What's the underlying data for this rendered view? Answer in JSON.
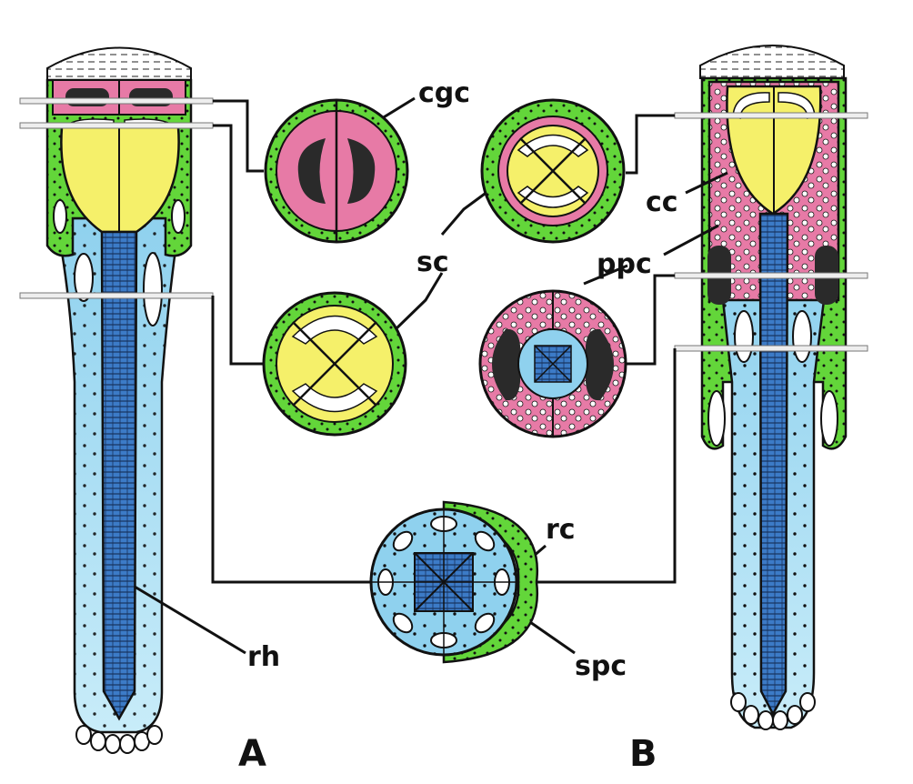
{
  "labels": {
    "cgc": "cgc",
    "sc": "sc",
    "cc": "cc",
    "ppc": "ppc",
    "rc": "rc",
    "spc": "spc",
    "rh": "rh"
  },
  "panels": {
    "a": "A",
    "b": "B"
  },
  "colors": {
    "green": "#63d63a",
    "pink": "#e77aa6",
    "yellow": "#f5f06a",
    "blue": "#a9def3",
    "darkblue": "#2f6db6",
    "dark": "#2a2a2a",
    "outline": "#111111"
  }
}
